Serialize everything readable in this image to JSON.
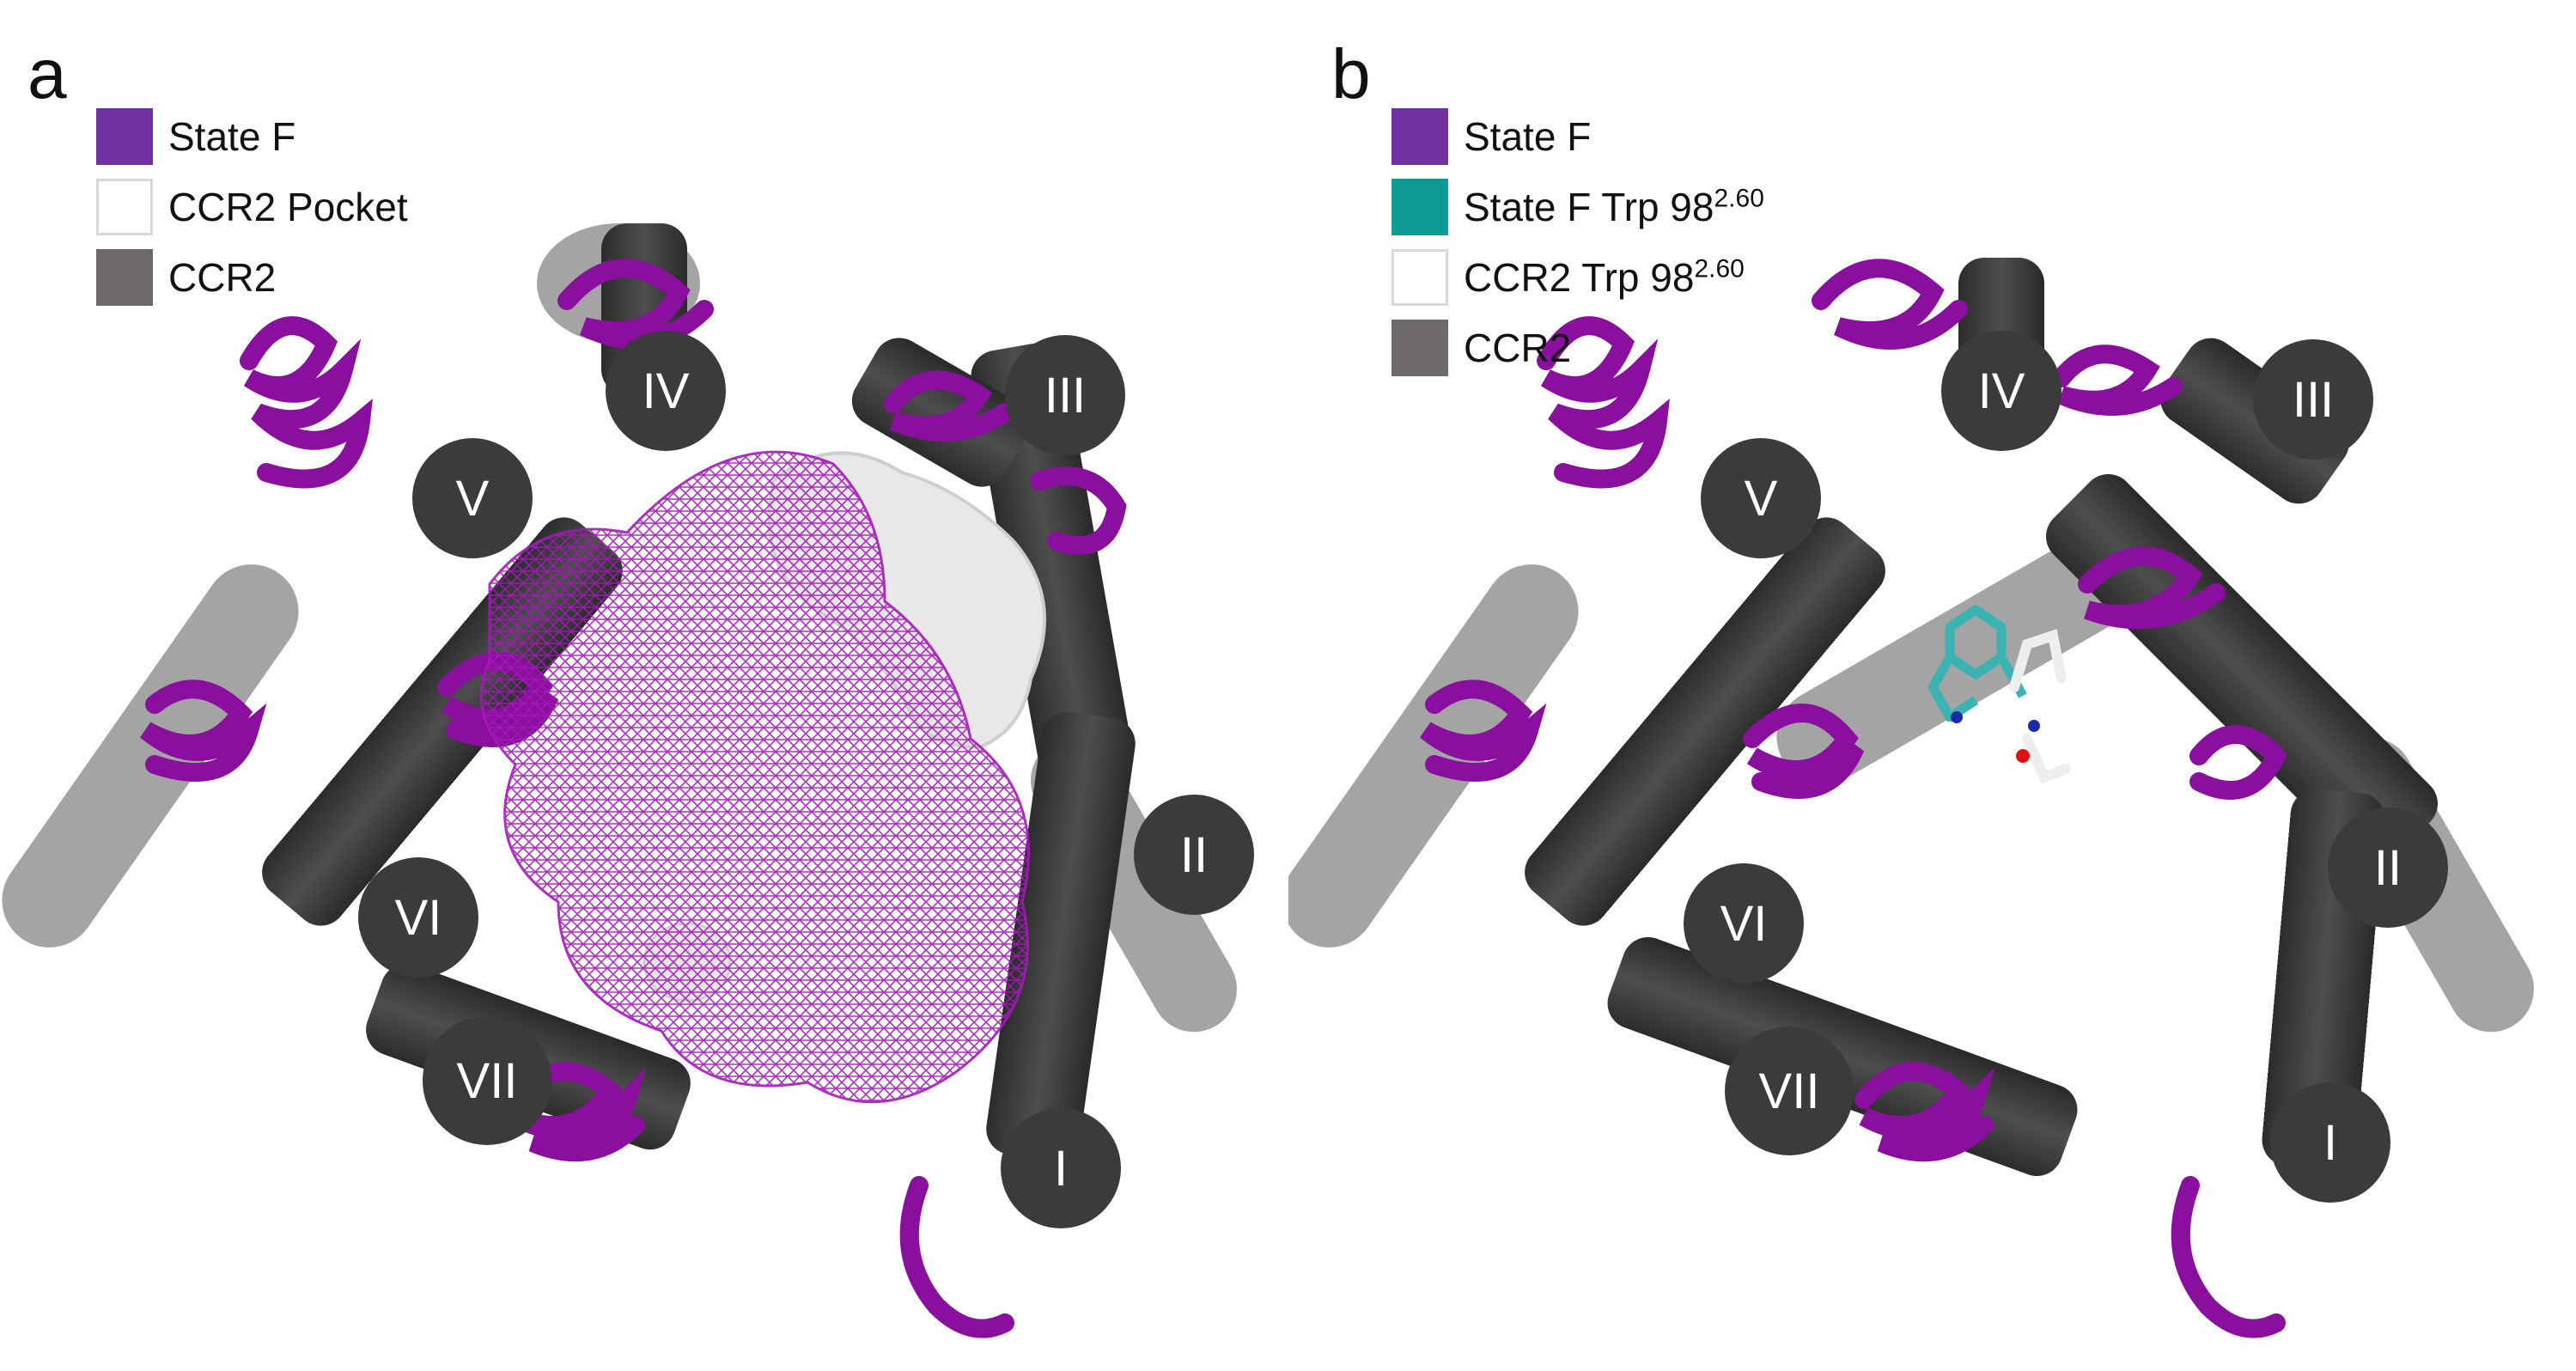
{
  "colors": {
    "state_f": "#7a1f9a",
    "ccr2_pocket": "#ffffff",
    "ccr2": "#6e6a6a",
    "state_f_trp": "#0e9a95",
    "ccr2_trp": "#ffffff",
    "cylinder": "#3a3a3a",
    "ribbon": "#8a0f9e"
  },
  "panels": [
    {
      "letter": "a",
      "legend": [
        {
          "label": "State F",
          "color_key": "state_f"
        },
        {
          "label": "CCR2 Pocket",
          "color_key": "ccr2_pocket"
        },
        {
          "label": "CCR2",
          "color_key": "ccr2"
        }
      ],
      "helix_labels": [
        "I",
        "II",
        "III",
        "IV",
        "V",
        "VI",
        "VII"
      ]
    },
    {
      "letter": "b",
      "legend": [
        {
          "label": "State F",
          "color_key": "state_f"
        },
        {
          "label": "State F Trp 98",
          "sup": "2.60",
          "color_key": "state_f_trp"
        },
        {
          "label": "CCR2 Trp 98",
          "sup": "2.60",
          "color_key": "ccr2_trp"
        },
        {
          "label": "CCR2",
          "color_key": "ccr2"
        }
      ],
      "helix_labels": [
        "I",
        "II",
        "III",
        "IV",
        "V",
        "VI",
        "VII"
      ]
    }
  ]
}
